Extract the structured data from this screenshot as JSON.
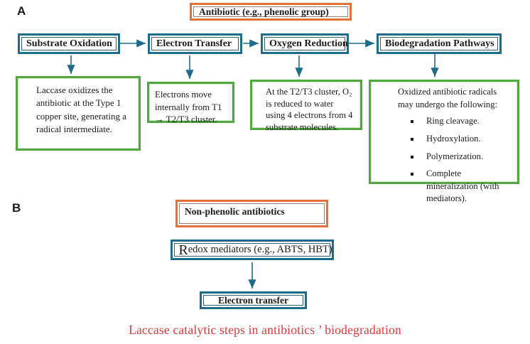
{
  "figure": {
    "panel_a_label": "A",
    "panel_b_label": "B",
    "caption": "Laccase catalytic steps in antibiotics ’ biodegradation"
  },
  "colors": {
    "box_blue": "#1E6B8C",
    "box_orange": "#E2713C",
    "box_green": "#52A73E",
    "caption_red": "#E2383C",
    "text": "#1C1C1C"
  },
  "panel_a": {
    "antibiotic_label": "Antibiotic (e.g., phenolic group)",
    "steps": [
      {
        "label": "Substrate Oxidation",
        "detail": "Laccase oxidizes the antibiotic at the Type 1 copper site, generating a radical intermediate."
      },
      {
        "label": "Electron Transfer",
        "detail": "Electrons move internally from T1 → T2/T3 cluster."
      },
      {
        "label": "Oxygen Reduction",
        "detail": "At the T2/T3 cluster, O₂ is reduced to water using 4 electrons from 4 substrate molecules."
      },
      {
        "label": "Biodegradation Pathways",
        "detail_intro": "Oxidized antibiotic radicals may undergo the following:",
        "bullets": [
          "Ring cleavage.",
          "Hydroxylation.",
          "Polymerization.",
          "Complete mineralization (with mediators)."
        ]
      }
    ]
  },
  "panel_b": {
    "non_phenolic_label": "Non-phenolic antibiotics",
    "redox_mediators_initial": "R",
    "redox_mediators_rest": "edox mediators (e.g., ABTS, HBT)",
    "electron_transfer_label": "Electron transfer"
  }
}
